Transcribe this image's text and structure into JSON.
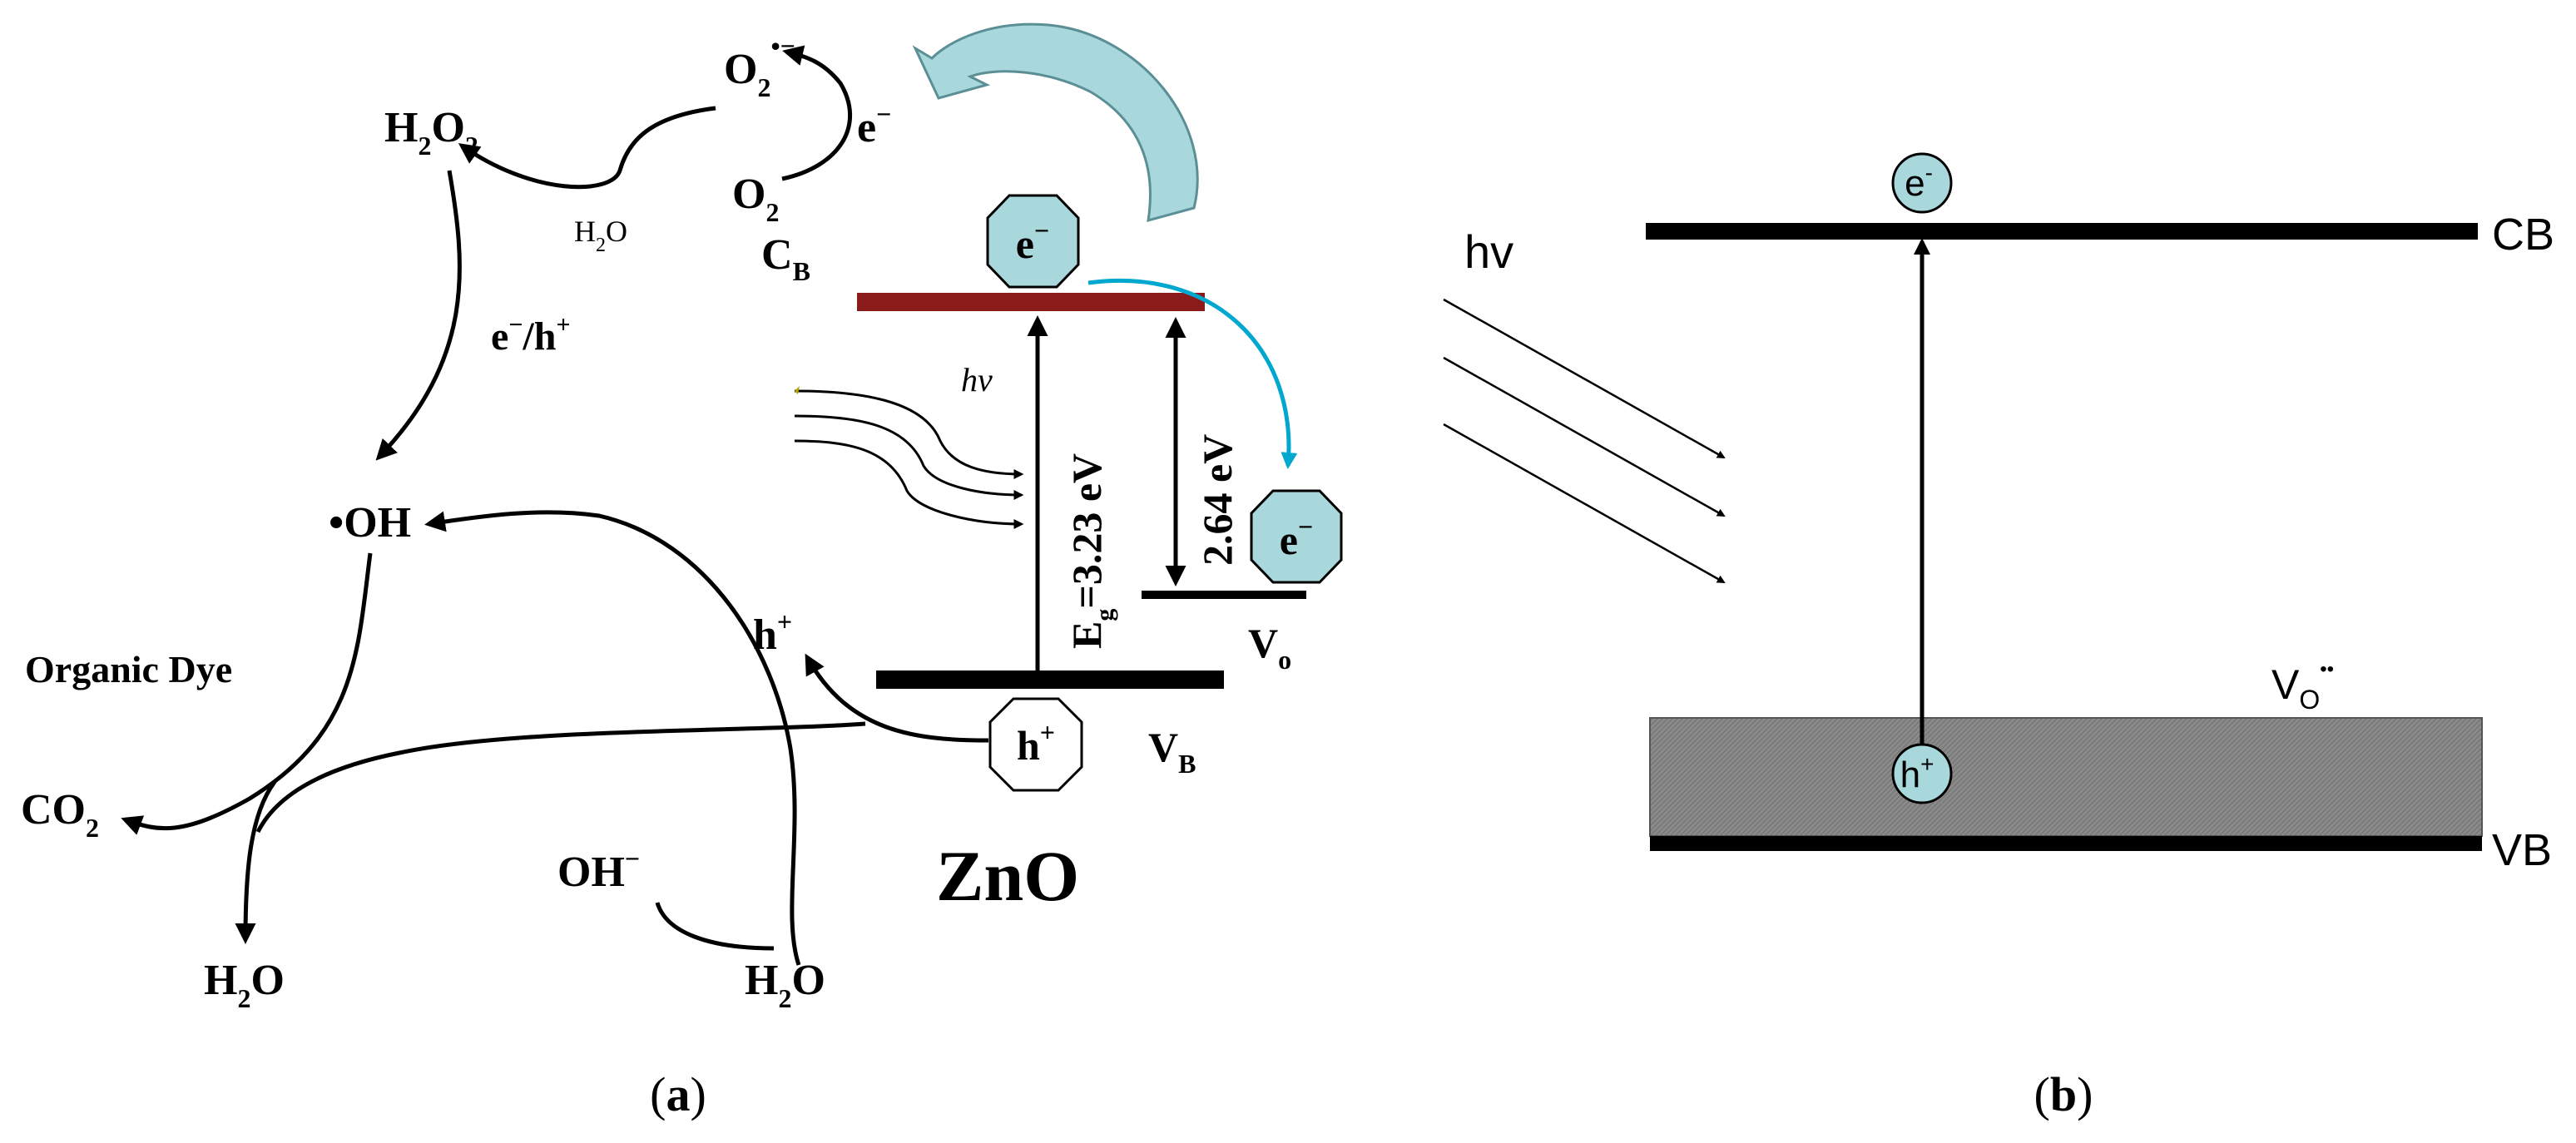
{
  "panel_a": {
    "caption_open": "(",
    "caption_letter": "a",
    "caption_close": ")",
    "species": {
      "o2_radical": "O",
      "o2_radical_sub": "2",
      "o2_radical_sup": "•−",
      "h2o2": "H",
      "h2o2_sub": "2",
      "h2o2_tail": "O",
      "h2o2_sub2": "2",
      "h2o_small": "H",
      "h2o_small_sub": "2",
      "h2o_small_tail": "O",
      "o2": "O",
      "o2_sub": "2",
      "e_minus_top": "e",
      "e_minus_top_sup": "−",
      "e_h": "e",
      "e_h_sup1": "−",
      "e_h_mid": "/h",
      "e_h_sup2": "+",
      "oh_radical": "•OH",
      "h_plus": "h",
      "h_plus_sup": "+",
      "organic_dye": "Organic Dye",
      "co2": "CO",
      "co2_sub": "2",
      "oh_minus": "OH",
      "oh_minus_sup": "−",
      "h2o_left": "H",
      "h2o_left_sub": "2",
      "h2o_left_tail": "O",
      "h2o_right": "H",
      "h2o_right_sub": "2",
      "h2o_right_tail": "O"
    },
    "band": {
      "cb": "C",
      "cb_sub": "B",
      "vb": "V",
      "vb_sub": "B",
      "vo": "V",
      "vo_sub": "o",
      "hv": "hv",
      "eg_label": "E",
      "eg_sub": "g",
      "eg_value": "=3.23 eV",
      "gap2": "2.64 eV",
      "material": "ZnO",
      "electron": "e",
      "electron_sup": "−",
      "hole": "h",
      "hole_sup": "+"
    },
    "colors": {
      "cb_bar": "#8b1a1a",
      "octagon_fill": "#a8d8dc",
      "curve_arrow": "#00a8d0",
      "big_arrow": "#a8d8dc"
    }
  },
  "panel_b": {
    "caption_open": "(",
    "caption_letter": "b",
    "caption_close": ")",
    "hv": "hv",
    "cb": "CB",
    "vb": "VB",
    "vo": "V",
    "vo_sub": "O",
    "vo_sup": "••",
    "electron": "e",
    "electron_sup": "-",
    "hole": "h",
    "hole_sup": "+",
    "colors": {
      "band_fill": "#8a8a8a",
      "circle_fill": "#a8d8dc"
    }
  }
}
